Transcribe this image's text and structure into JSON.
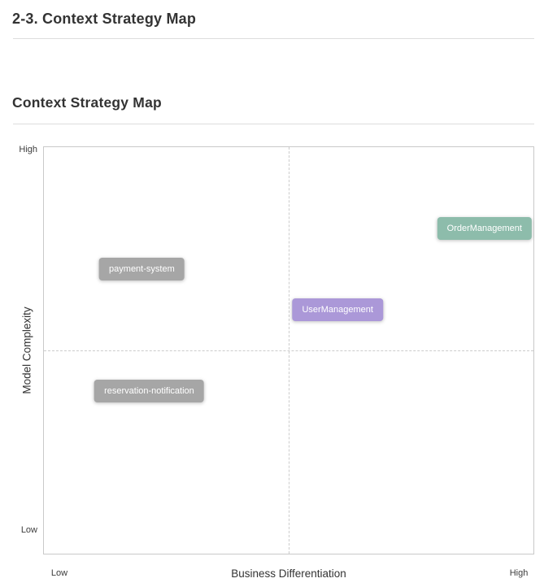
{
  "page": {
    "title": "2-3. Context Strategy Map"
  },
  "section": {
    "heading": "Context Strategy Map"
  },
  "chart_data": {
    "type": "scatter",
    "variant": "quadrant-strategy-map",
    "title": "Context Strategy Map",
    "xlabel": "Business Differentiation",
    "ylabel": "Model Complexity",
    "x_axis": {
      "label": "Business Differentiation",
      "min_label": "Low",
      "max_label": "High",
      "range": [
        0,
        1
      ]
    },
    "y_axis": {
      "label": "Model Complexity",
      "min_label": "Low",
      "max_label": "High",
      "range": [
        0,
        1
      ]
    },
    "quadrant_divider_lines": true,
    "grid": false,
    "legend": false,
    "points": [
      {
        "label": "payment-system",
        "x": 0.2,
        "y": 0.7,
        "color": "#a6a6a6"
      },
      {
        "label": "OrderManagement",
        "x": 0.9,
        "y": 0.8,
        "color": "#8dbcab"
      },
      {
        "label": "UserManagement",
        "x": 0.6,
        "y": 0.6,
        "color": "#ab98d8"
      },
      {
        "label": "reservation-notification",
        "x": 0.215,
        "y": 0.4,
        "color": "#a6a6a6"
      }
    ],
    "colors": {
      "node_gray": "#a6a6a6",
      "node_green": "#8dbcab",
      "node_purple": "#ab98d8",
      "plot_border": "#c9c9c9",
      "divider_dash": "#cccccc",
      "heading_text": "#333333",
      "node_text": "#ffffff"
    }
  }
}
